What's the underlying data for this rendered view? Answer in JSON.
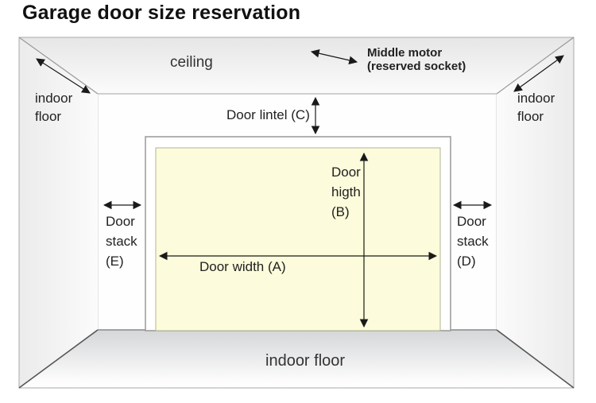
{
  "title": "Garage door size reservation",
  "colors": {
    "door_fill": "#fcfbdb",
    "door_border": "#b3b396",
    "arrow": "#1a1a1a",
    "wall_line": "#999999"
  },
  "labels": {
    "ceiling": "ceiling",
    "indoor_floor_left": {
      "lines": [
        "indoor",
        "floor"
      ]
    },
    "indoor_floor_right": {
      "lines": [
        "indoor",
        "floor"
      ]
    },
    "middle_motor": {
      "lines": [
        "Middle motor",
        "(reserved socket)"
      ]
    },
    "door_lintel": "Door lintel (C)",
    "door_height": {
      "lines": [
        "Door",
        "higth",
        "(B)"
      ]
    },
    "door_width": "Door width (A)",
    "door_stack_left": {
      "lines": [
        "Door",
        "stack",
        "(E)"
      ]
    },
    "door_stack_right": {
      "lines": [
        "Door",
        "stack",
        "(D)"
      ]
    },
    "indoor_floor_bottom": "indoor floor"
  }
}
